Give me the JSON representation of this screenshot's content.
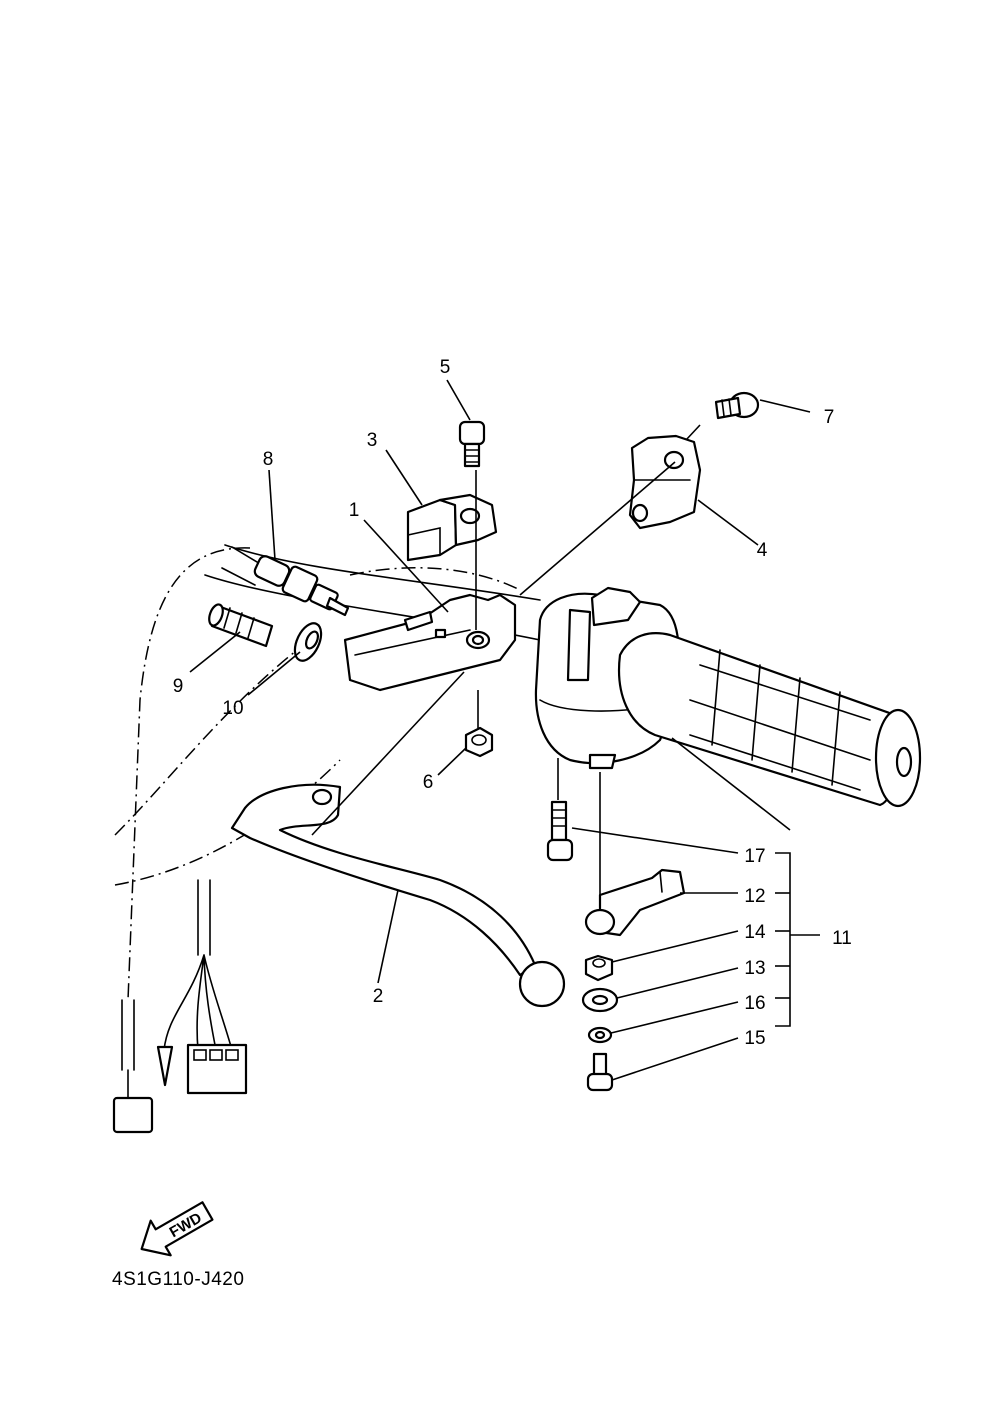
{
  "diagram_code": "4S1G110-J420",
  "fwd_label": "FWD",
  "callouts": {
    "c1": "1",
    "c2": "2",
    "c3": "3",
    "c4": "4",
    "c5": "5",
    "c6": "6",
    "c7": "7",
    "c8": "8",
    "c9": "9",
    "c10": "10",
    "c11": "11",
    "c12": "12",
    "c13": "13",
    "c14": "14",
    "c15": "15",
    "c16": "16",
    "c17": "17"
  },
  "colors": {
    "line": "#000000",
    "background": "#ffffff"
  }
}
